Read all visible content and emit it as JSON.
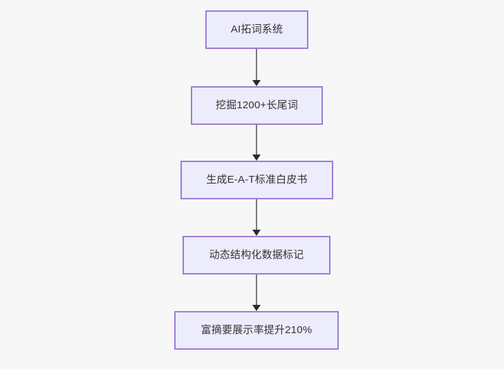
{
  "diagram": {
    "type": "flowchart",
    "orientation": "top-to-bottom",
    "background_color": "#f7f7f7",
    "node_fill_color": "#ececfd",
    "node_border_color": "#9d7bd8",
    "node_text_color": "#333333",
    "connector_color": "#77797b",
    "arrowhead_color": "#2b2b2b",
    "nodes": [
      {
        "id": "n1",
        "label": "AI拓词系统"
      },
      {
        "id": "n2",
        "label": "挖掘1200+长尾词"
      },
      {
        "id": "n3",
        "label": "生成E-A-T标准白皮书"
      },
      {
        "id": "n4",
        "label": "动态结构化数据标记"
      },
      {
        "id": "n5",
        "label": "富摘要展示率提升210%"
      }
    ],
    "edges": [
      {
        "from": "n1",
        "to": "n2",
        "label": ""
      },
      {
        "from": "n2",
        "to": "n3",
        "label": ""
      },
      {
        "from": "n3",
        "to": "n4",
        "label": ""
      },
      {
        "from": "n4",
        "to": "n5",
        "label": ""
      }
    ]
  }
}
